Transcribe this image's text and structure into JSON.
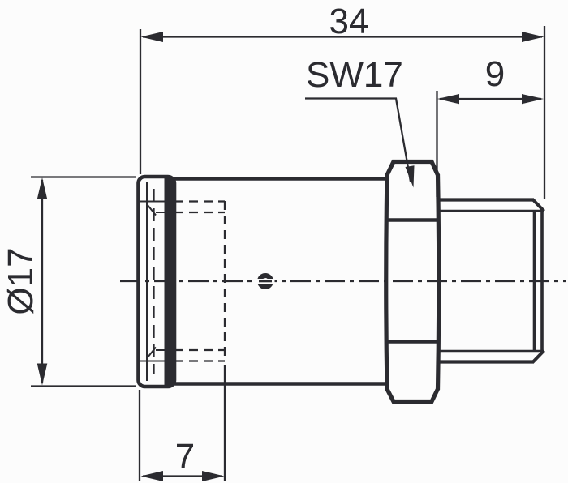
{
  "drawing": {
    "labels": {
      "overall_length": "34",
      "wrench_size": "SW17",
      "thread_length": "9",
      "outer_diameter": "Ø17",
      "sleeve_depth": "7"
    }
  },
  "colors": {
    "line": "#2b2b30",
    "background": "#fcfcfc"
  }
}
